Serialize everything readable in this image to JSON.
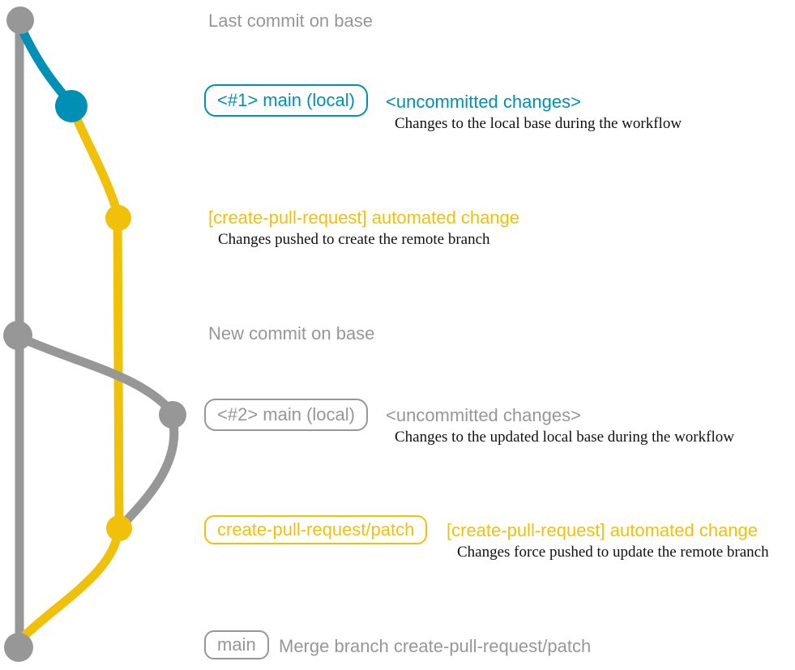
{
  "title": "create-pull-request workflow git graph",
  "colors": {
    "base": "#979797",
    "main_local": "#008fb5",
    "patch": "#f1c109",
    "desc": "#111111",
    "background": "#ffffff"
  },
  "graph": {
    "branches": [
      {
        "name": "base",
        "color": "#979797"
      },
      {
        "name": "main (local)",
        "color": "#008fb5"
      },
      {
        "name": "create-pull-request/patch",
        "color": "#f1c109"
      }
    ],
    "commit_count": 7
  },
  "rows": {
    "last_commit": {
      "message": "Last commit on base"
    },
    "uncommitted_1": {
      "branch_label": "<#1> main (local)",
      "message": "<uncommitted changes>",
      "description": "Changes to the local base during the workflow"
    },
    "automated_1": {
      "message": "[create-pull-request] automated change",
      "description": "Changes pushed to create the remote branch"
    },
    "new_commit": {
      "message": "New commit on base"
    },
    "uncommitted_2": {
      "branch_label": "<#2> main (local)",
      "message": "<uncommitted changes>",
      "description": "Changes to the updated local base during the workflow"
    },
    "automated_2": {
      "branch_label": "create-pull-request/patch",
      "message": "[create-pull-request] automated change",
      "description": "Changes force pushed to update the remote branch"
    },
    "merge_commit": {
      "branch_label": "main",
      "message": "Merge branch create-pull-request/patch"
    }
  }
}
